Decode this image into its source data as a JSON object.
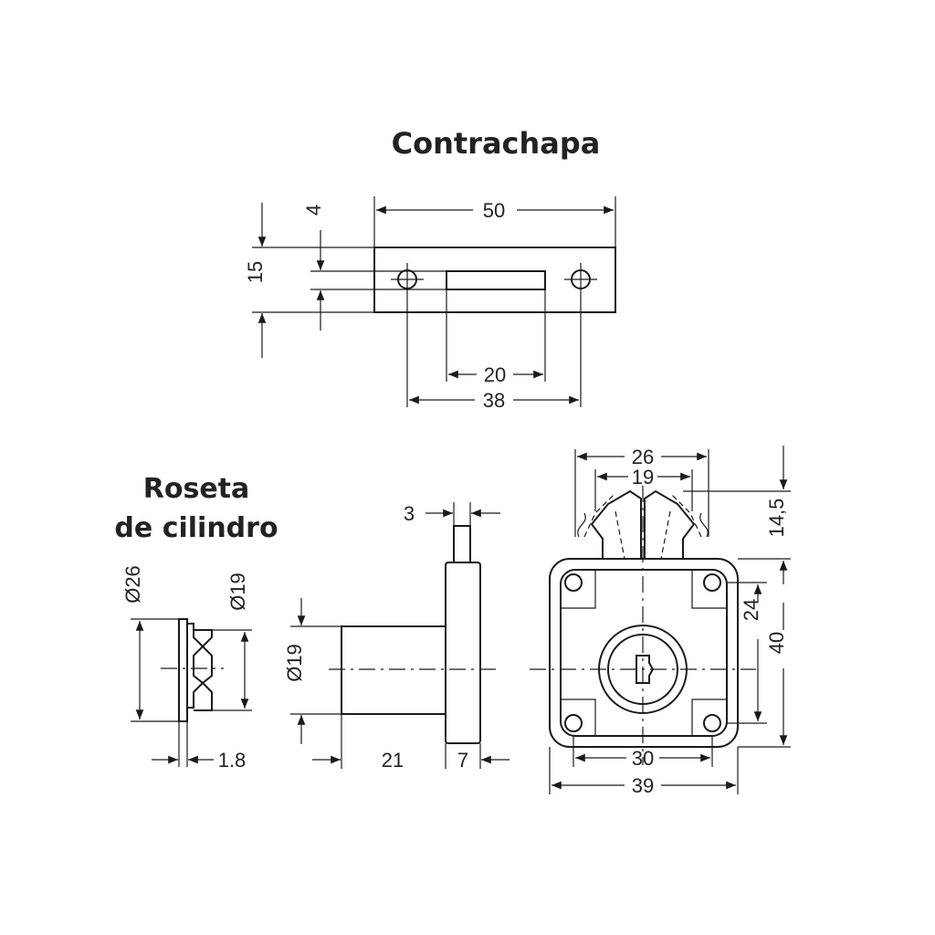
{
  "titles": {
    "strike_plate": "Contrachapa",
    "rosette_line1": "Roseta",
    "rosette_line2": "de cilindro"
  },
  "dimensions": {
    "plate_width": "50",
    "plate_offset": "4",
    "plate_height": "15",
    "slot_width": "20",
    "hole_spacing": "38",
    "bolt_thickness": "3",
    "rosette_outer_dia": "Ø26",
    "rosette_inner_dia": "Ø19",
    "rosette_flange": "1.8",
    "cylinder_dia": "Ø19",
    "cylinder_length": "21",
    "body_depth": "7",
    "latch_outer": "26",
    "latch_inner": "19",
    "latch_height": "14,5",
    "hole_vertical_spacing": "24",
    "body_height": "40",
    "hole_horizontal_spacing": "30",
    "body_width": "39"
  }
}
